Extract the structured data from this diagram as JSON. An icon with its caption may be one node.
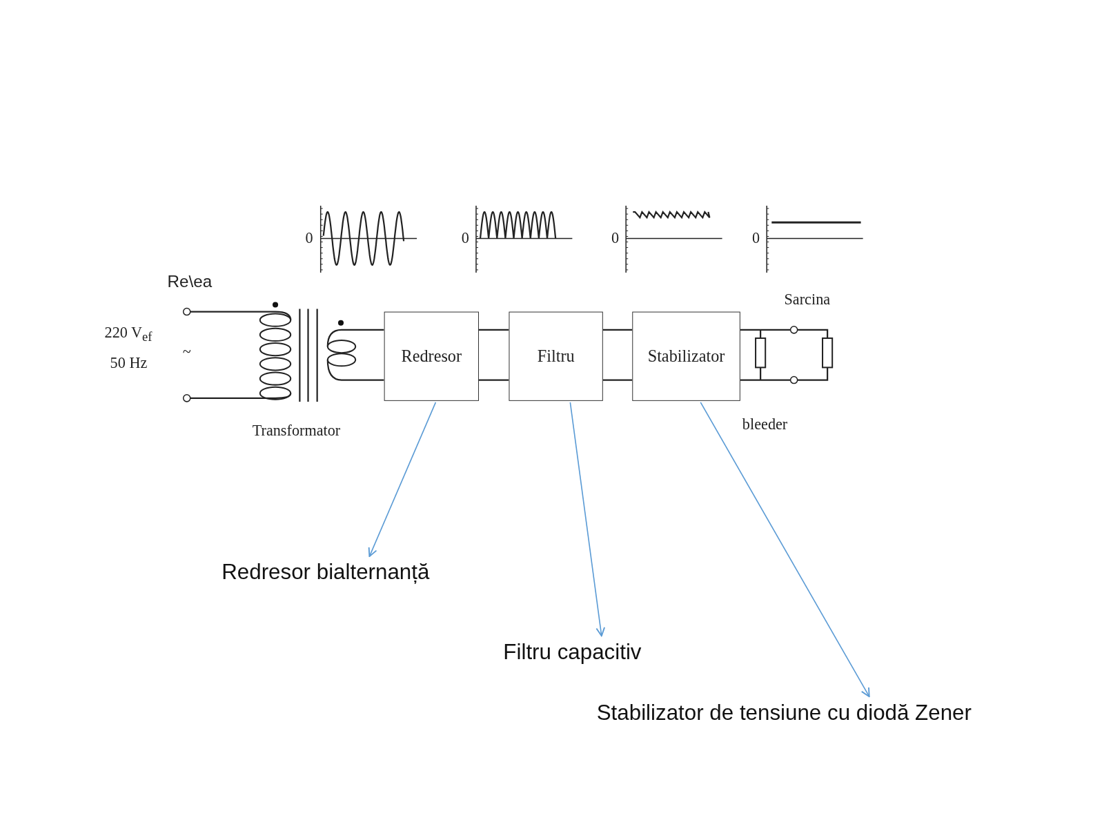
{
  "diagram": {
    "nodes": [
      {
        "text": [
          "Redresor"
        ]
      },
      {
        "text": [
          "Filtru"
        ]
      },
      {
        "text": [
          "Stabilizator"
        ]
      },
      {
        "text": [
          "Redresor bialternanță"
        ]
      },
      {
        "text": [
          "Filtru capacitiv"
        ]
      },
      {
        "text": [
          "Stabilizator de tensiune cu diodă Zener"
        ]
      }
    ],
    "edges": [
      {
        "from": 0,
        "to": 1,
        "arrow": "none"
      },
      {
        "from": 0,
        "to": 1,
        "arrow": "none"
      },
      {
        "from": 1,
        "to": 2,
        "arrow": "none"
      },
      {
        "from": 1,
        "to": 2,
        "arrow": "none"
      },
      {
        "from": 0,
        "to": 3,
        "arrow": "to",
        "color": "#5b9bd5"
      },
      {
        "from": 1,
        "to": 4,
        "arrow": "to",
        "color": "#5b9bd5"
      },
      {
        "from": 2,
        "to": 5,
        "arrow": "to",
        "color": "#5b9bd5"
      }
    ],
    "labels": [
      "0",
      "0",
      "0",
      "0",
      "Re\\ea",
      "Sarcina",
      "220 V$_{ef}$",
      "~",
      "50 Hz",
      "Transformator",
      "bleeder"
    ]
  }
}
